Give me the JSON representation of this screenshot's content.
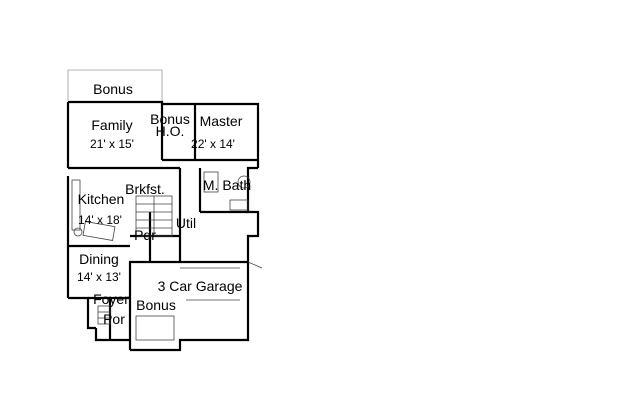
{
  "rooms": {
    "bonus_top": {
      "name": "Bonus"
    },
    "family": {
      "name": "Family",
      "size": "21' x 15'"
    },
    "bonus_ho": {
      "name_line1": "Bonus",
      "name_line2": "H.O."
    },
    "master": {
      "name": "Master",
      "size": "22' x 14'"
    },
    "brkfst": {
      "name": "Brkfst."
    },
    "mbath": {
      "name": "M. Bath"
    },
    "kitchen": {
      "name": "Kitchen",
      "size": "14' x 18'"
    },
    "util": {
      "name": "Util"
    },
    "pdr": {
      "name": "Pdr"
    },
    "dining": {
      "name": "Dining",
      "size": "14' x 13'"
    },
    "garage": {
      "name": "3 Car Garage"
    },
    "foyer": {
      "name": "Foyer"
    },
    "bonus_bottom": {
      "name": "Bonus"
    },
    "porch": {
      "name": "Por"
    }
  }
}
